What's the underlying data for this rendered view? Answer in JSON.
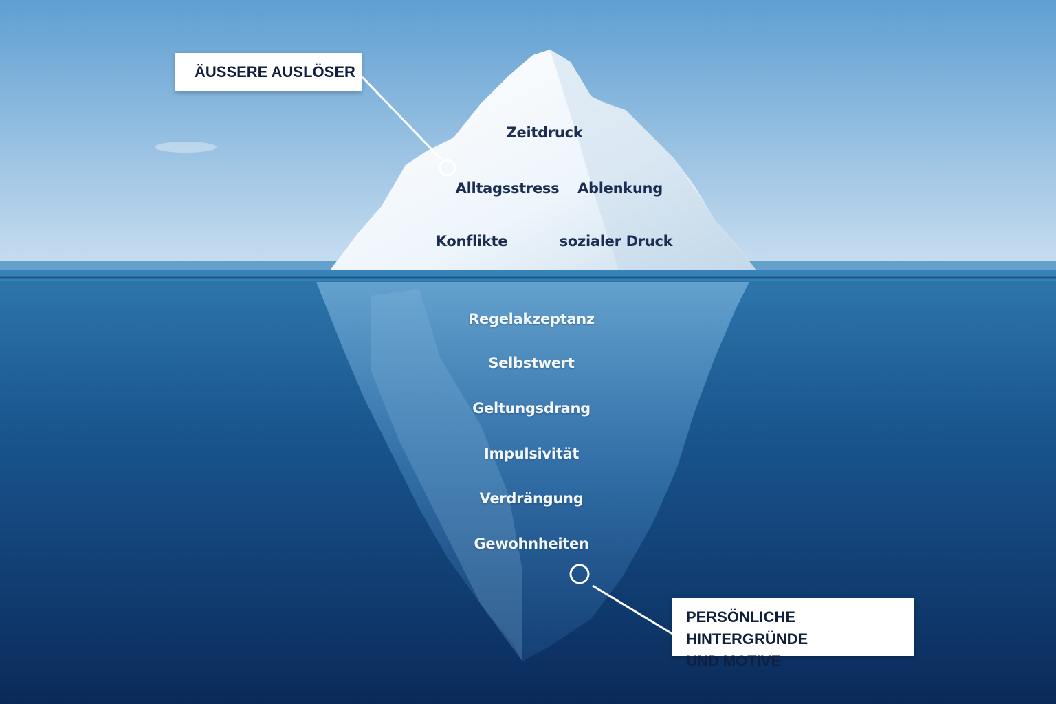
{
  "callouts": {
    "top": "ÄUSSERE AUSLÖSER",
    "bottom_line1": "PERSÖNLICHE HINTERGRÜNDE",
    "bottom_line2": "UND MOTIVE"
  },
  "above_water": [
    "Zeitdruck",
    "Alltagsstress",
    "Ablenkung",
    "Konflikte",
    "sozialer Druck"
  ],
  "below_water": [
    "Regelakzeptanz",
    "Selbstwert",
    "Geltungsdrang",
    "Impulsivität",
    "Verdrängung",
    "Gewohnheiten"
  ],
  "colors": {
    "sky_top": "#5f9fd2",
    "sky_bottom": "#c9def0",
    "water_top": "#2e78ad",
    "water_bottom": "#0a2a5a",
    "text_above": "#1b2d52",
    "text_below": "#f2f7fc",
    "callout_bg": "#ffffff"
  }
}
